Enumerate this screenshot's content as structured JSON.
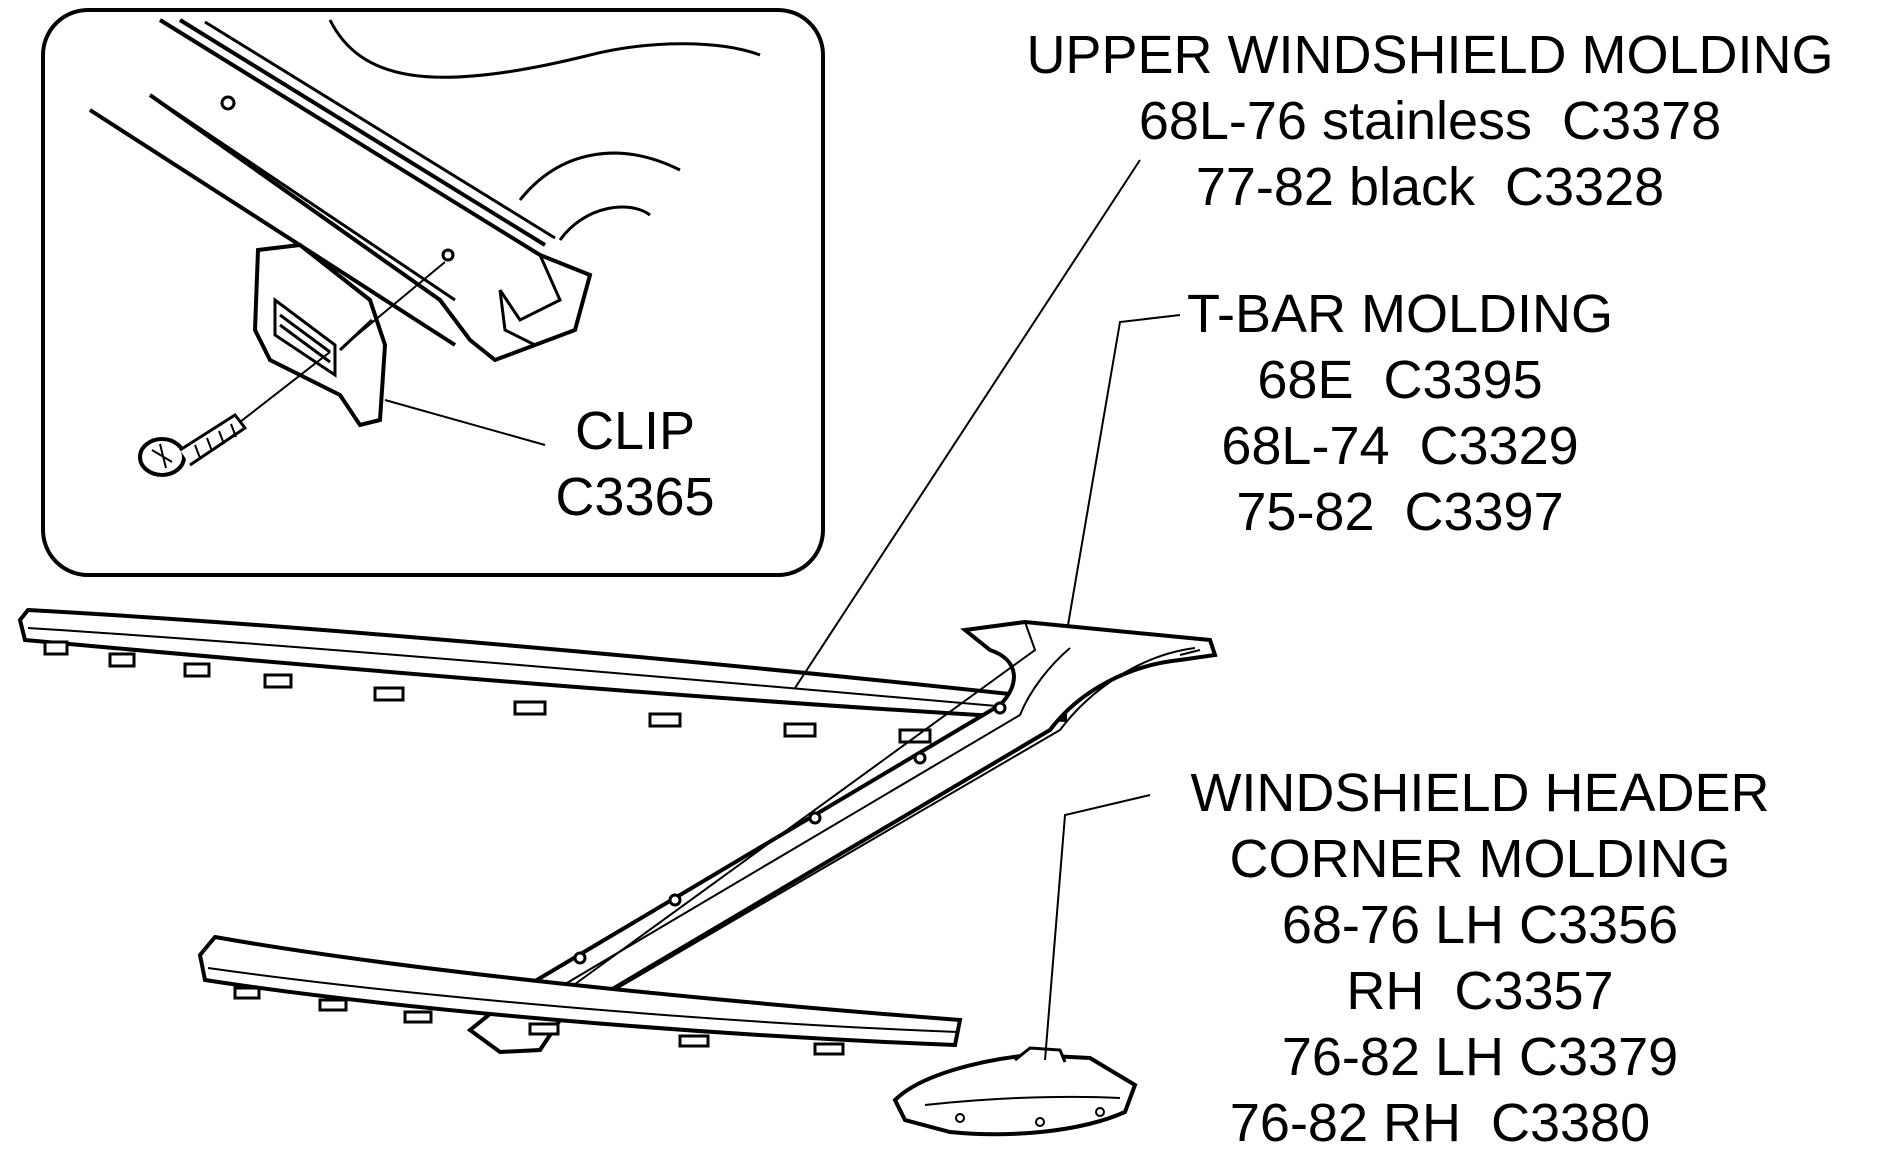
{
  "labels": {
    "upper": {
      "title": "UPPER WINDSHIELD MOLDING",
      "line1": "68L-76 stainless  C3378",
      "line2": "77-82 black  C3328"
    },
    "tbar": {
      "title": "T-BAR MOLDING",
      "line1": "68E  C3395",
      "line2": "68L-74  C3329",
      "line3": "75-82  C3397"
    },
    "clip": {
      "title": "CLIP",
      "part": "C3365"
    },
    "header": {
      "title1": "WINDSHIELD HEADER",
      "title2": "CORNER MOLDING",
      "line1": "68-76 LH C3356",
      "line2": "RH  C3357",
      "line3": "76-82 LH C3379",
      "line4": "76-82 RH  C3380"
    }
  }
}
